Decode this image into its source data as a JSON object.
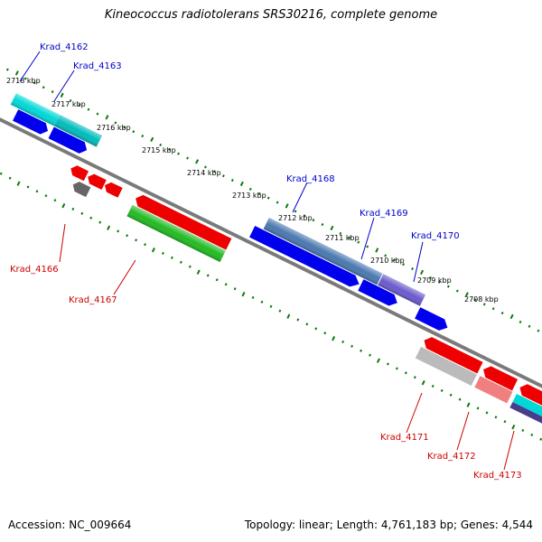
{
  "title": "Kineococcus radiotolerans SRS30216, complete genome",
  "accession_text": "Accession: NC_009664",
  "topology_text": "Topology: linear; Length: 4,761,183 bp; Genes: 4,544",
  "ruler_labels": [
    "2718 kbp",
    "2717 kbp",
    "2716 kbp",
    "2715 kbp",
    "2714 kbp",
    "2713 kbp",
    "2712 kbp",
    "2711 kbp",
    "2710 kbp",
    "2709 kbp",
    "2708 kbp"
  ],
  "forward_gene_labels": [
    "Krad_4162",
    "Krad_4163",
    "Krad_4168",
    "Krad_4169",
    "Krad_4170"
  ],
  "reverse_gene_labels": [
    "Krad_4166",
    "Krad_4167",
    "Krad_4171",
    "Krad_4172",
    "Krad_4173"
  ],
  "colors": {
    "backbone": "#808080",
    "tick": "#0a7a0a",
    "forward_label": "#0000cc",
    "reverse_label": "#cc0000",
    "gene_blue": "#0000ee",
    "gene_cyan": "#00cccc",
    "gene_steelblue": "#4a6fa5",
    "gene_slateblue": "#6a5acd",
    "gene_red": "#ee0000",
    "gene_green": "#22bb22",
    "gene_gray": "#666666",
    "gene_silver": "#bbbbbb",
    "gene_salmon": "#f08080",
    "gene_darkslate": "#483d8b"
  }
}
